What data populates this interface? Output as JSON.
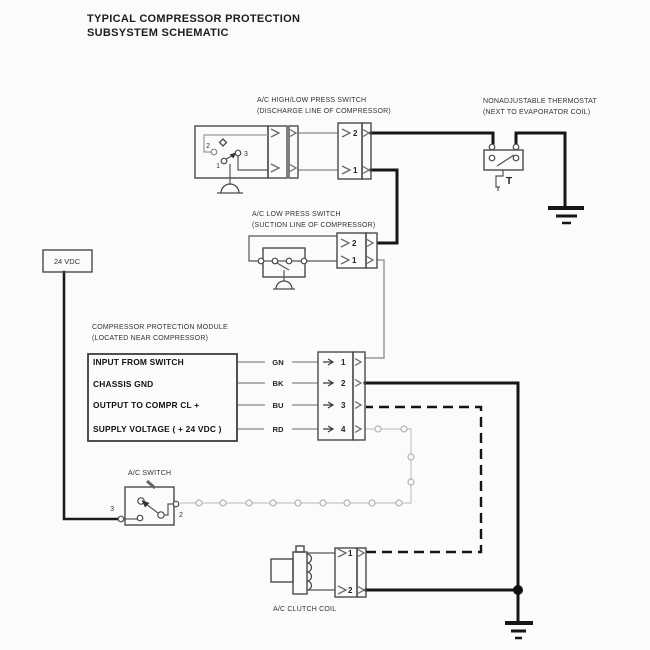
{
  "title": {
    "line1": "TYPICAL COMPRESSOR PROTECTION",
    "line2": "SUBSYSTEM SCHEMATIC"
  },
  "power_source": {
    "label": "24 VDC"
  },
  "high_low_switch": {
    "name_line1": "A/C HIGH/LOW PRESS SWITCH",
    "name_line2": "(DISCHARGE LINE OF COMPRESSOR)",
    "terminal_1": "1",
    "terminal_2": "2",
    "terminal_3": "3",
    "pin_1": "1",
    "pin_2": "2"
  },
  "thermostat": {
    "name_line1": "NONADJUSTABLE  THERMOSTAT",
    "name_line2": "(NEXT TO EVAPORATOR COIL)",
    "symbol": "T"
  },
  "low_press_switch": {
    "name_line1": "A/C LOW PRESS SWITCH",
    "name_line2": "(SUCTION LINE OF COMPRESSOR)",
    "pin_1": "1",
    "pin_2": "2"
  },
  "module": {
    "name_line1": "COMPRESSOR PROTECTION MODULE",
    "name_line2": "(LOCATED NEAR COMPRESSOR)",
    "rows": [
      {
        "function": "INPUT FROM SWITCH",
        "wire": "GN",
        "pin": "1"
      },
      {
        "function": "CHASSIS GND",
        "wire": "BK",
        "pin": "2"
      },
      {
        "function": "OUTPUT TO COMPR CL +",
        "wire": "BU",
        "pin": "3"
      },
      {
        "function": "SUPPLY VOLTAGE ( + 24 VDC )",
        "wire": "RD",
        "pin": "4"
      }
    ]
  },
  "ac_switch": {
    "name": "A/C SWITCH",
    "terminal_2": "2",
    "terminal_3": "3"
  },
  "clutch_coil": {
    "name": "A/C CLUTCH COIL",
    "pin_1": "1",
    "pin_2": "2"
  },
  "colors": {
    "background": "#fbfbf9",
    "wire_black": "#161616",
    "wire_gray": "#9a9a9a",
    "wire_dotted": "#c6c6c6",
    "text": "#2a2a2a"
  }
}
